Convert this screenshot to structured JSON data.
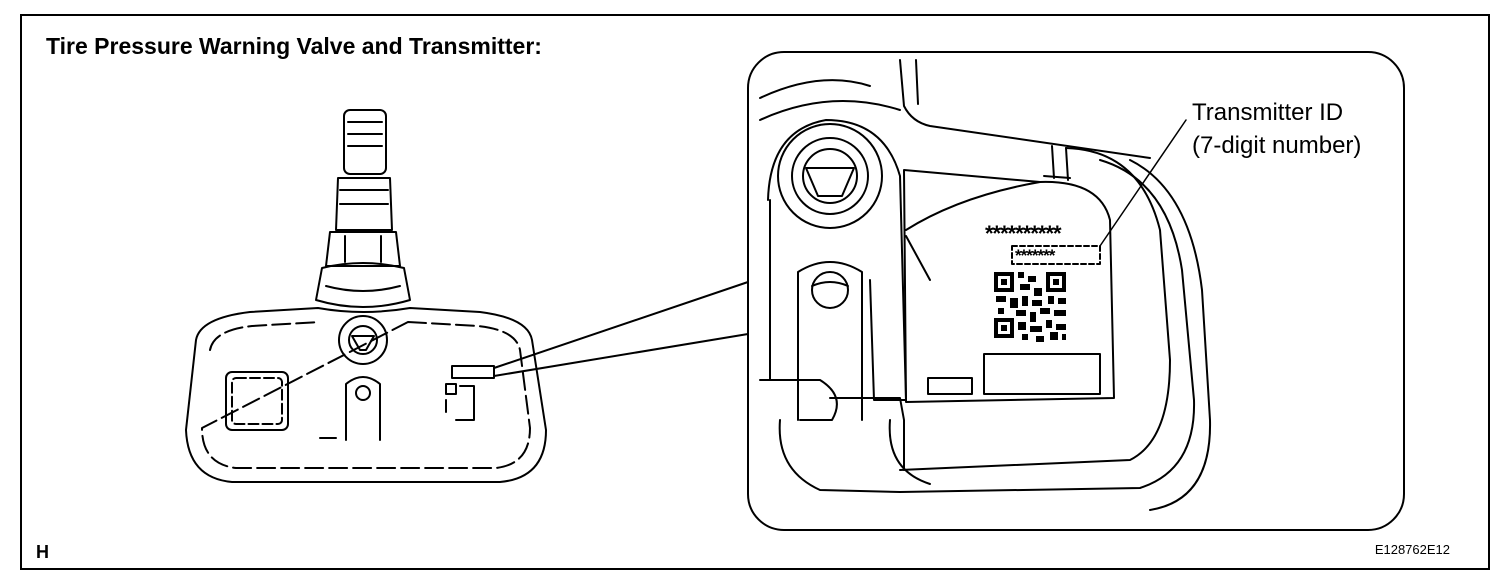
{
  "title": "Tire Pressure Warning Valve and Transmitter:",
  "callout": {
    "line1": "Transmitter ID",
    "line2": "(7-digit number)"
  },
  "label_stars_top": "**********",
  "label_stars_id": "*******",
  "corner_code": "H",
  "figure_id": "E128762E12"
}
